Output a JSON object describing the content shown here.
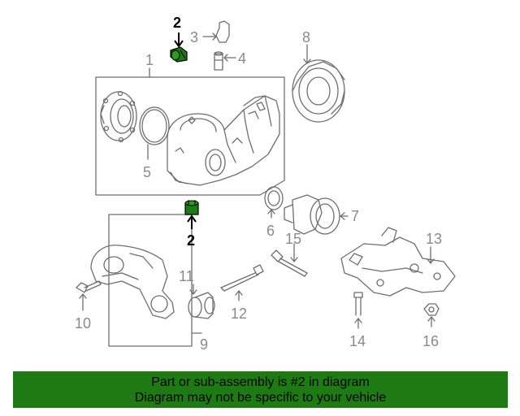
{
  "diagram": {
    "callouts": [
      {
        "id": "2",
        "text": "2",
        "highlight": true
      },
      {
        "id": "2b",
        "text": "2",
        "highlight": true
      },
      {
        "id": "3",
        "text": "3",
        "highlight": false
      },
      {
        "id": "4",
        "text": "4",
        "highlight": false
      },
      {
        "id": "1",
        "text": "1",
        "highlight": false
      },
      {
        "id": "8",
        "text": "8",
        "highlight": false
      },
      {
        "id": "5",
        "text": "5",
        "highlight": false
      },
      {
        "id": "6",
        "text": "6",
        "highlight": false
      },
      {
        "id": "7",
        "text": "7",
        "highlight": false
      },
      {
        "id": "15",
        "text": "15",
        "highlight": false
      },
      {
        "id": "13",
        "text": "13",
        "highlight": false
      },
      {
        "id": "11",
        "text": "11",
        "highlight": false
      },
      {
        "id": "10",
        "text": "10",
        "highlight": false
      },
      {
        "id": "12",
        "text": "12",
        "highlight": false
      },
      {
        "id": "9",
        "text": "9",
        "highlight": false
      },
      {
        "id": "14",
        "text": "14",
        "highlight": false
      },
      {
        "id": "16",
        "text": "16",
        "highlight": false
      }
    ],
    "colors": {
      "line": "#6e6e6e",
      "highlight_part": "#1e7a12",
      "banner": "#1e7a12"
    }
  },
  "banner": {
    "line1": "Part or sub-assembly is #2 in diagram",
    "line2": "Diagram may not be specific to your vehicle"
  }
}
